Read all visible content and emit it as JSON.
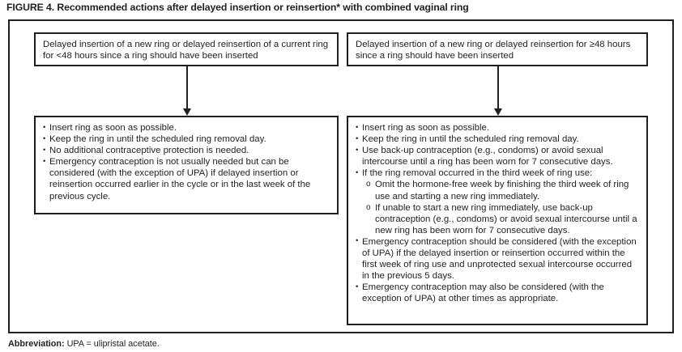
{
  "figure": {
    "title": "FIGURE 4. Recommended actions after delayed insertion or reinsertion* with combined vaginal ring"
  },
  "flowchart": {
    "columns": [
      {
        "id": "less-than-48-hours",
        "condition": {
          "text": "Delayed insertion of a new ring or delayed reinsertion of a current ring for <48 hours since a ring should have been inserted"
        },
        "arrow": "down-arrow",
        "actions": [
          {
            "level": 1,
            "text": "Insert ring as soon as possible."
          },
          {
            "level": 1,
            "text": "Keep the ring in until the scheduled ring removal day."
          },
          {
            "level": 1,
            "text": "No additional contraceptive protection is needed."
          },
          {
            "level": 1,
            "text": "Emergency contraception is not usually needed but can be considered (with the exception of UPA) if delayed insertion or reinsertion occurred earlier in the cycle or in the last week of the previous cycle."
          }
        ]
      },
      {
        "id": "48-hours-or-more",
        "condition": {
          "text": "Delayed insertion of a new ring or delayed reinsertion for ≥48 hours since a ring should have been inserted"
        },
        "arrow": "down-arrow",
        "actions": [
          {
            "level": 1,
            "text": "Insert ring as soon as possible."
          },
          {
            "level": 1,
            "text": "Keep the ring in until the scheduled ring removal day."
          },
          {
            "level": 1,
            "text": "Use back-up contraception (e.g., condoms) or avoid sexual intercourse until a ring has been worn for 7 consecutive days."
          },
          {
            "level": 1,
            "text": "If the ring removal occurred in the third week of ring use:"
          },
          {
            "level": 2,
            "text": "Omit the hormone-free week by finishing the third week of ring use and starting a new ring immediately."
          },
          {
            "level": 2,
            "text": "If unable to start a new ring immediately, use back-up contraception (e.g., condoms) or avoid sexual intercourse until a new ring has been worn for 7 consecutive days."
          },
          {
            "level": 1,
            "text": "Emergency contraception should be considered (with the exception of UPA) if the delayed insertion or reinsertion occurred within the first week of ring use and unprotected sexual intercourse occurred in the previous 5 days."
          },
          {
            "level": 1,
            "text": "Emergency contraception may also be considered (with the exception of UPA) at other times as appropriate."
          }
        ]
      }
    ]
  },
  "footer": {
    "lead": "Abbreviation:",
    "text": " UPA = ulipristal acetate."
  },
  "colors": {
    "text": "#231f20",
    "border": "#231f20",
    "background": "#ffffff"
  }
}
